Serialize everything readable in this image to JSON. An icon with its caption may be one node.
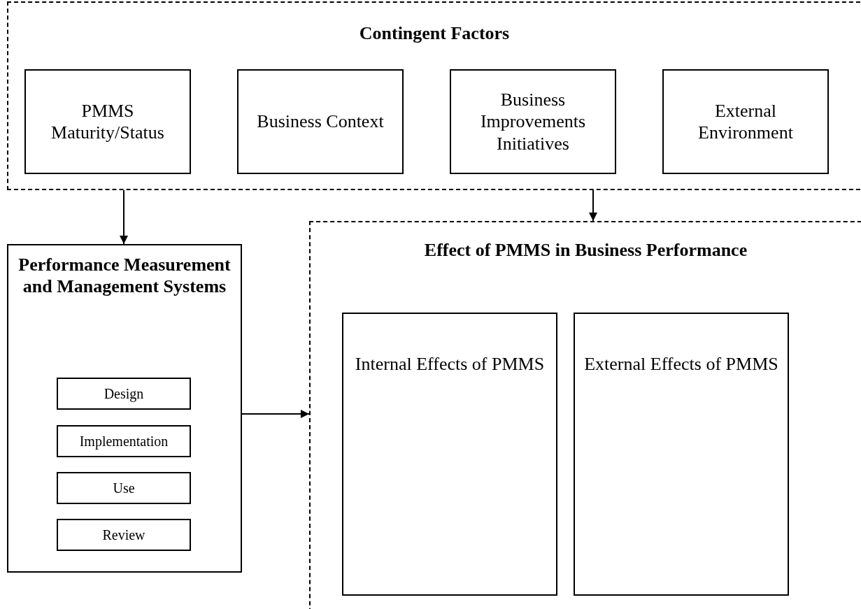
{
  "diagram": {
    "nodes": [
      {
        "text": [
          "Contingent Factors"
        ]
      },
      {
        "text": [
          "PMMS Maturity/Status"
        ],
        "in": 0
      },
      {
        "text": [
          "Business Context"
        ],
        "in": 0
      },
      {
        "text": [
          "Business Improvements Initiatives"
        ],
        "in": 0
      },
      {
        "text": [
          "External Environment"
        ],
        "in": 0
      },
      {
        "text": [
          "Performance Measurement and Management Systems"
        ]
      },
      {
        "text": [
          "Design"
        ],
        "in": 5
      },
      {
        "text": [
          "Implementation"
        ],
        "in": 5
      },
      {
        "text": [
          "Use"
        ],
        "in": 5
      },
      {
        "text": [
          "Review"
        ],
        "in": 5
      },
      {
        "text": [
          "Effect of PMMS in Business Performance"
        ]
      },
      {
        "text": [
          "Internal Effects of PMMS"
        ],
        "in": 10
      },
      {
        "text": [
          "External Effects of PMMS"
        ],
        "in": 10
      }
    ],
    "edges": [
      {
        "from": 0,
        "to": 5,
        "arrow": "to"
      },
      {
        "from": 0,
        "to": 10,
        "arrow": "to"
      },
      {
        "from": 5,
        "to": 10,
        "arrow": "to"
      }
    ]
  }
}
